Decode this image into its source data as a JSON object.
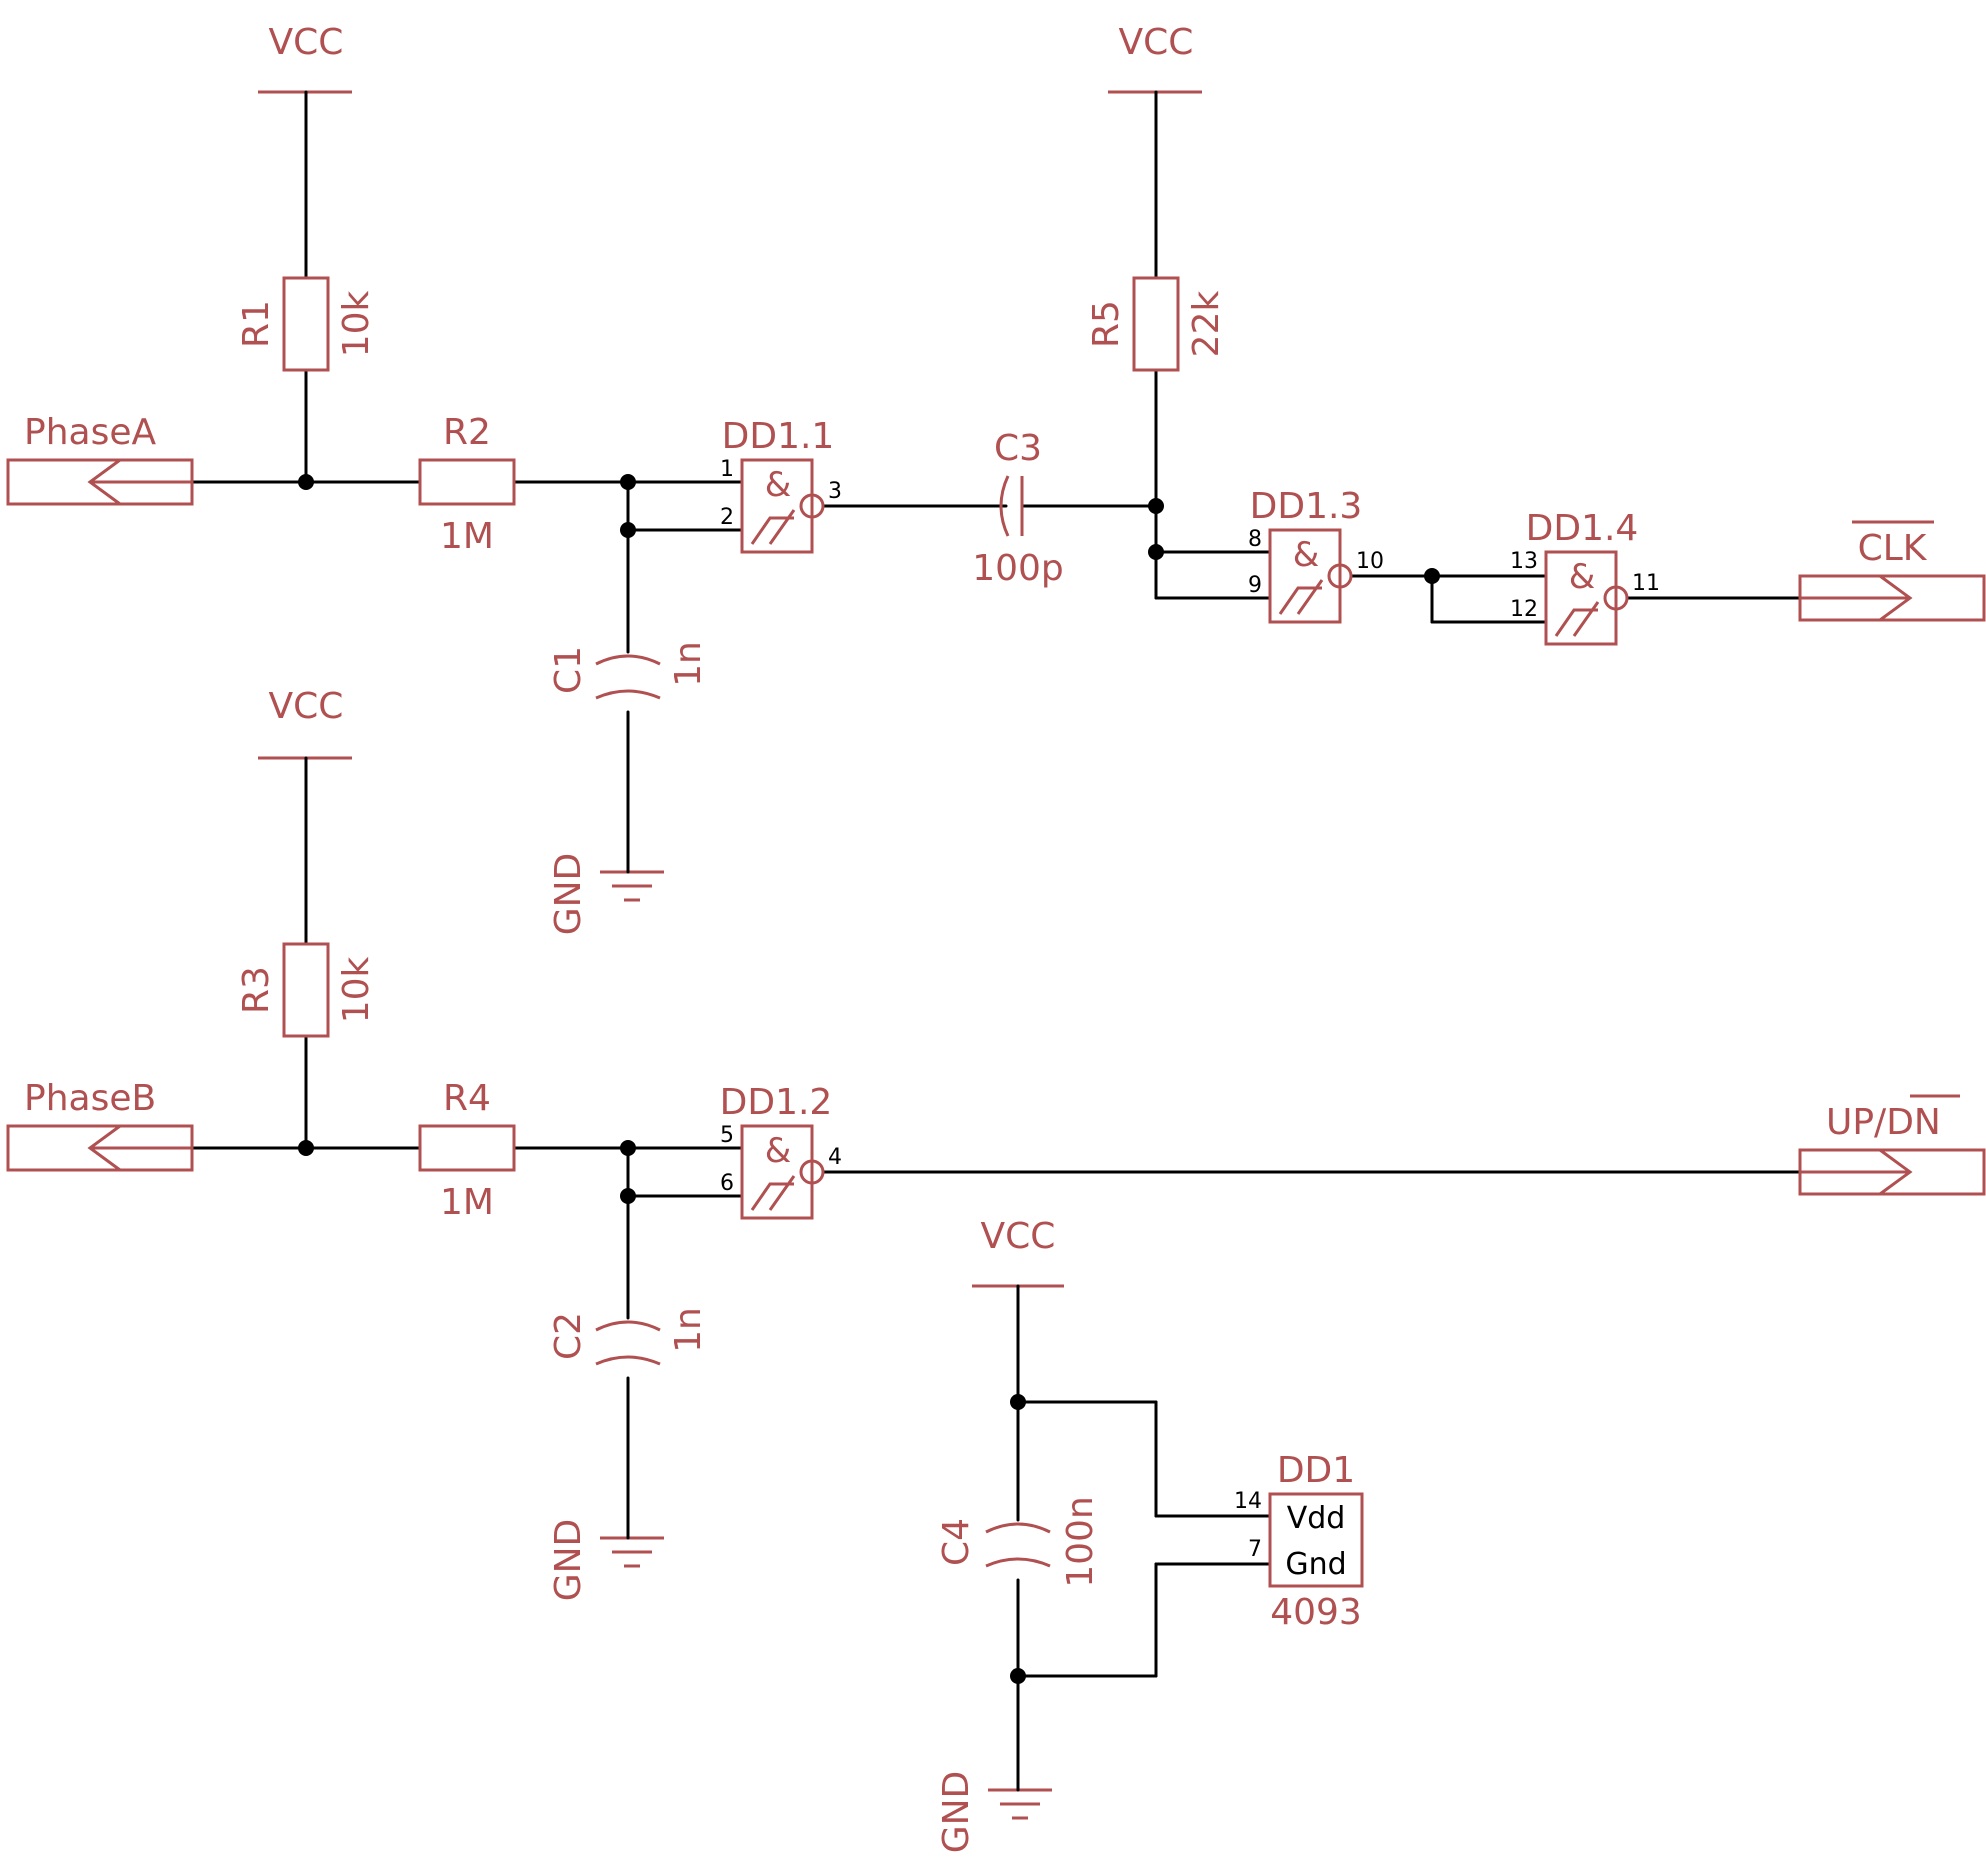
{
  "power": {
    "vcc": "VCC",
    "gnd": "GND"
  },
  "components": {
    "r1": {
      "ref": "R1",
      "value": "10k"
    },
    "r2": {
      "ref": "R2",
      "value": "1M"
    },
    "r3": {
      "ref": "R3",
      "value": "10k"
    },
    "r4": {
      "ref": "R4",
      "value": "1M"
    },
    "r5": {
      "ref": "R5",
      "value": "22k"
    },
    "c1": {
      "ref": "C1",
      "value": "1n"
    },
    "c2": {
      "ref": "C2",
      "value": "1n"
    },
    "c3": {
      "ref": "C3",
      "value": "100p"
    },
    "c4": {
      "ref": "C4",
      "value": "100n"
    },
    "dd1_1": {
      "ref": "DD1.1",
      "pins": [
        "1",
        "2",
        "3"
      ]
    },
    "dd1_2": {
      "ref": "DD1.2",
      "pins": [
        "5",
        "6",
        "4"
      ]
    },
    "dd1_3": {
      "ref": "DD1.3",
      "pins": [
        "8",
        "9",
        "10"
      ]
    },
    "dd1_4": {
      "ref": "DD1.4",
      "pins": [
        "13",
        "12",
        "11"
      ]
    },
    "dd1": {
      "ref": "DD1",
      "value": "4093",
      "vdd_label": "Vdd",
      "gnd_label": "Gnd",
      "vdd_pin": "14",
      "gnd_pin": "7"
    }
  },
  "gate_symbol": "&",
  "ports": {
    "phase_a": "PhaseA",
    "phase_b": "PhaseB",
    "clk": "CLK",
    "updn_up": "UP/",
    "updn_dn": "DN"
  }
}
